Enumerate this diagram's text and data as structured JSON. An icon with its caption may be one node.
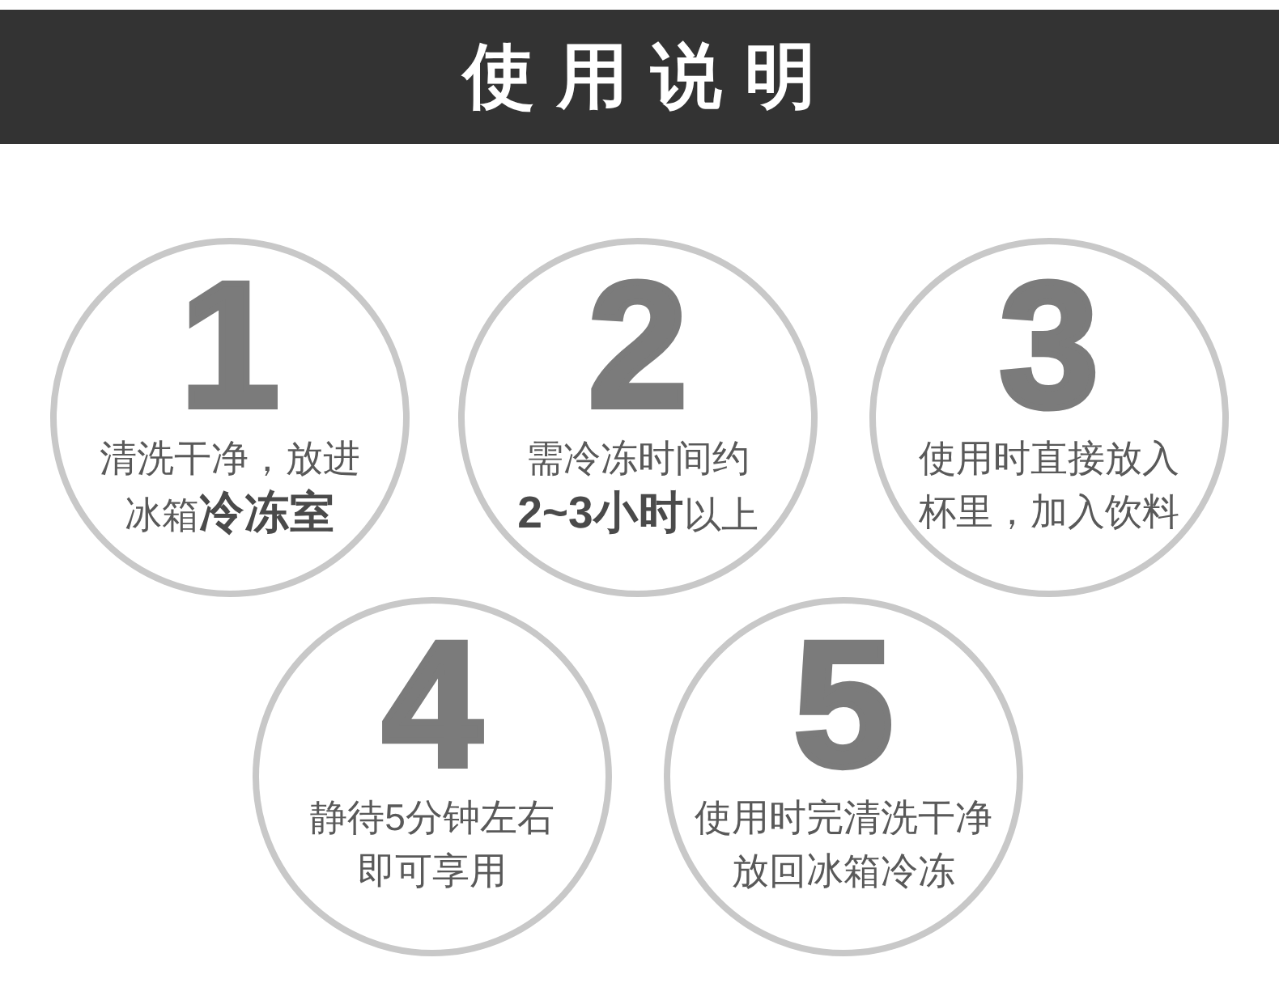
{
  "diagram": {
    "title": "使用说明",
    "nodes": [
      {
        "text": [
          "1",
          "清洗干净，放进冰箱**冷冻室**"
        ]
      },
      {
        "text": [
          "2",
          "需冷冻时间约**2~3小时**以上"
        ]
      },
      {
        "text": [
          "3",
          "使用时直接放入杯里，加入饮料"
        ]
      },
      {
        "text": [
          "4",
          "静待5分钟左右即可享用"
        ]
      },
      {
        "text": [
          "5",
          "使用时完清洗干净放回冰箱冷冻"
        ]
      }
    ]
  }
}
